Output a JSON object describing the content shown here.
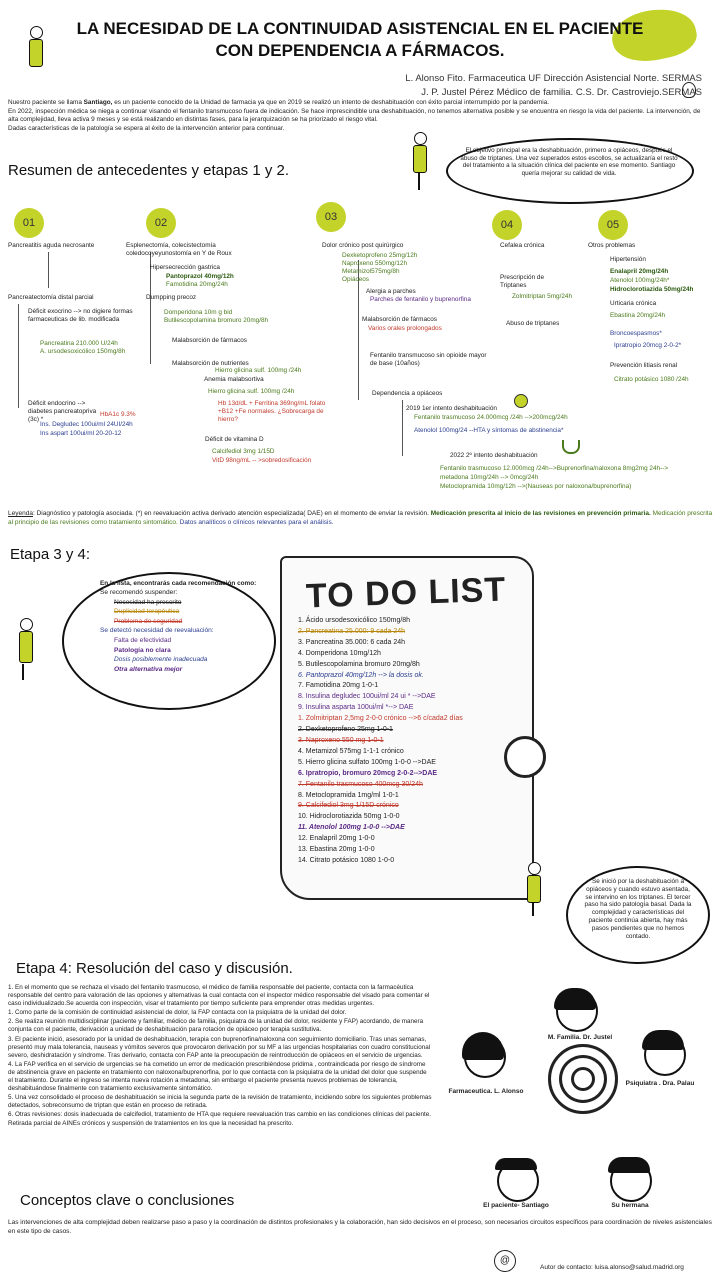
{
  "header": {
    "title": "LA NECESIDAD DE LA CONTINUIDAD ASISTENCIAL EN EL PACIENTE CON DEPENDENCIA A FÁRMACOS.",
    "author1": "L. Alonso Fito. Farmaceutica UF Dirección Asistencial Norte. SERMAS",
    "author2": "J. P.  Justel Pérez Médico de familia. C.S. Dr. Castroviejo.SERMAS"
  },
  "intro": {
    "pre": "Nuestro paciente se llama ",
    "name": "Santiago,",
    "rest": " es un paciente conocido de la Unidad de farmacia ya que en 2019 se realizó un intento de deshabituación con éxito parcial interrumpido por la pandemia.",
    "line2": "En 2022, inspección médica se niega a continuar visando el fentanilo transmucoso fuera de indicación. Se hace imprescindible una deshabituación, no tenemos alternativa posible y se encuentra en riesgo la vida del paciente. La intervención, de alta complejidad, lleva activa 9 meses y se está realizando en distintas fases, para la jerarquización se ha priorizado el riesgo vital.",
    "line3": "Dadas características de la patología se espera al éxito de la intervención anterior para continuar."
  },
  "resumen": {
    "heading": "Resumen de antecedentes y etapas 1 y 2.",
    "bubble": "El objetivo principal era la deshabituación, primero a opiáceos, después el abuso de triptanes. Una vez superados estos escollos, se actualizaría el resto del tratamiento a la situación clínica del paciente en ese momento. Santiago quería mejorar su calidad de vida."
  },
  "stages": [
    "01",
    "02",
    "03",
    "04",
    "05"
  ],
  "col1": {
    "a": "Pancreatitis aguda necrosante",
    "b": "Pancreatectomía distal parcial",
    "c": "Déficit  exocrino --> no digiere formas farmaceuticas de lib. modificada",
    "c1": "Pancreatina 210.000 U/24h",
    "c2": "A. ursodesoxicólico 150mg/8h",
    "d": "Déficit  endocrino --> diabetes pancreatopriva (3c) *",
    "d0": "HbA1c 9.3%",
    "d1": "Ins. Degludec 100ui/ml 24UI/24h",
    "d2": "Ins aspart 100ui/ml 20-20-12"
  },
  "col2": {
    "a": "Esplenectomía, colecistectomía coledocoyeyunostomía en Y de Roux",
    "b": "Hipersecrección gastrica",
    "b1": "Pantoprazol 40mg/12h",
    "b2": "Famotidina 20mg/24h",
    "c": "Dumpping precoz",
    "c1": "Domperidona 10m g bid",
    "c2": "Butilescopolamina bromuro 20mg/8h",
    "d": "Malabsorción de fármacos",
    "e": "Malabsorción de nutrientes",
    "e0": "Hierro glicina sulf. 100mg /24h",
    "f": "Anemia malabsortiva",
    "f1": "Hierro glicina sulf. 100mg /24h",
    "f2": "Hb 13d/dL + Ferritina 369ng/mL folato +B12 +Fe normales. ¿Sobrecarga de hierro?",
    "g": "Déficit de vitamina D",
    "g1": "Calcifediol 3mg  1/15D",
    "g2": "VitD 98ng/mL -- >sobredosificación"
  },
  "col3": {
    "a": "Dolor crónico post quirúrgico",
    "a1": "Dexketoprofeno 25mg/12h",
    "a2": "Naproxeno 550mg/12h",
    "a3": "Metamizol575mg/8h",
    "a4": "Opiáceos",
    "b": "Alergia a parches",
    "b1": "Parches de fentanilo y buprenorfina",
    "c": "Malabsorción de fármacos",
    "c1": "Varios orales prolongados",
    "d": "Fentanilo transmucoso sin opioide mayor de base (10años)",
    "e": "Dependencia a opiáceos",
    "f": "2019 1er intento deshabituación",
    "f1": "Fentanilo trasmucoso 24.000mcg /24h -->200mcg/24h",
    "f2": "Atenolol 100mg/24 --HTA y síntomas de abstinencia*",
    "g": "2022 2º intento deshabituación",
    "g1": "Fentanilo trasmucoso 12.000mcg /24h-->Buprenorfina/naloxona 8mg2mg 24h-->",
    "g2": "metadona 10mg/24h --> 0mcg/24h",
    "g3": "Metoclopramida 10mg/12h -->(Nauseas por naloxona/buprenorfina)"
  },
  "col4": {
    "a": "Cefalea crónica",
    "b": "Prescripción de Triptanes",
    "b1": "Zolmitriptan 5mg/24h",
    "c": "Abuso de triptanes"
  },
  "col5": {
    "a": "Otros problemas",
    "b": "Hipertensión",
    "b1": "Enalapril 20mg/24h",
    "b2": "Atenolol 100mg/24h*",
    "b3": "Hidroclorotiazida 50mg/24h",
    "c": "Urticaria crónica",
    "c1": "Ebastina 20mg/24h",
    "d": "Broncoespasmos*",
    "d1": "Ipratropio 20mcg 2-0-2*",
    "e": "Prevención litiasis renal",
    "e1": "Citrato potásico 1080 /24h"
  },
  "legend": {
    "k": "Leyenda",
    "a": ": Diagnóstico y patología asociada. (*) en reevaluación activa derivado atención especializada( DAE) en el momento de enviar la revisión.  ",
    "b": "Medicación prescrita al inicio de las revisiones en prevención primaria.",
    "c": "  Medicación prescrita  al principio de las revisiones como tratamiento sintomático.",
    "d": " Datos analíticos o  clínicos relevantes para el análisis."
  },
  "etapa3": {
    "heading": "Etapa 3 y 4:",
    "intro": "En la lista, encontrarás cada recomendación como:",
    "s1": "Se recomendó suspender:",
    "s1a": "Necesidad ha prescrito",
    "s1b": "Duplicidad terapéutica",
    "s1c": "Problema de seguridad",
    "s2": "Se detectó necesidad de reevaluación:",
    "s2a": "Falta de efectividad",
    "s2b": "Patología no clara",
    "s2c": "Dosis posiblemente inadecuada",
    "s2d": "Otra alternativa mejor"
  },
  "todo": {
    "heading": "TO DO LIST",
    "items": [
      "1. Ácido ursodesoxicólico 150mg/8h",
      "2. Pancreatina 25.000: 9 cada 24h",
      "3. Pancreatina 35.000: 6 cada 24h",
      "4. Domperidona 10mg/12h",
      "5. Butilescopolamina bromuro 20mg/8h",
      "6. Pantoprazol 40mg/12h --> la dosis ok.",
      "7. Famotidina 20mg 1-0-1",
      "8. Insulina degludec 100ui/ml 24 ui * -->DAE",
      "9. Insulina asparta 100ui/ml *--> DAE",
      "1. Zolmitriptan 2,5mg 2-0-0 crónico -->6 c/cada2 días",
      "2. Dexketoprofeno 25mg 1-0-1",
      "3. Naproxeno 550 mg 1-0-1",
      "4. Metamizol 575mg 1-1-1 crónico",
      "5. Hierro glicina sulfato 100mg 1-0-0 -->DAE",
      "6. Ipratropio, bromuro 20mcg 2-0-2-->DAE",
      "7. Fentanilo trasmucoso 400mcg 30/24h",
      "8. Metoclopramida 1mg/ml 1-0-1",
      "9. Calcifediol 3mg 1/15D crónico",
      "10. Hidroclorotiazida 50mg 1-0-0",
      "11. Atenolol 100mg 1-0-0 -->DAE",
      "12. Enalapril 20mg 1-0-0",
      "13. Ebastina 20mg 1-0-0",
      "14. Citrato potásico 1080 1-0-0"
    ]
  },
  "bubble3": "Se inició por la deshabituación a opiáceos y cuando estuvo asentada, se intervino en los triptanes.  El tercer paso ha sido patología basal. Dada la complejidad y características del paciente continúa abierta, hay más pasos pendientes que no hemos contado.",
  "etapa4": {
    "heading": "Etapa 4: Resolución del caso  y discusión.",
    "items": [
      "1. En el momento que se rechaza el visado del fentanilo trasmucoso, el médico de familia responsable del paciente, contacta con la farmacéutica responsable del centro para valoración de las opciones y alternativas la cual contacta con el inspector médico responsable del visado para comentar el caso individualizado.Se acuerda con inspección, visar el tratamiento por tiempo suficiente para emprender otras medidas urgentes.",
      "1. Como parte de la comisión de continuidad asistencial de dolor, la FAP contacta con la psiquiatra de la unidad del dolor.",
      "2. Se realiza reunión multidisciplinar (paciente y familiar, médico de familia, psiquiatra de la unidad del dolor, residente y FAP) acordando, de manera conjunta con el paciente, derivación a unidad de deshabituación para rotación de opiáceo por terapia sustitutiva.",
      "3. El paciente inició, asesorado por la unidad de deshabituación, terapia con buprenorfina/naloxona con seguimiento domiciliario. Tras unas semanas, presentó muy mala tolerancia, nauseas y vómitos severos que provocaron derivación por su MF a las urgencias hospitalarias con cuadro constitucional severo, deshidratación y síndrome. Tras derivarlo, contacta con FAP ante la preocupación de reintroducción de opiáceos en el servicio de urgencias.",
      "4. La FAP verifica en el servicio de urgencias se ha cometido un error de medicación prescribiéndose pridima , contraindicada por riesgo de síndrome de abstinencia grave en paciente en tratamiento con naloxona/buprenorfina, por lo que contacta con la psiquiatra de la unidad del dolor que suspende el tratamiento. Durante el ingreso se intenta nueva rotación a metadona, sin embargo el paciente presenta nuevos problemas de tolerancia, deshabituándose finalmente con tratamiento exclusivamente sintomático.",
      "5. Una vez consolidado el proceso de deshabituación se inicia la segunda parte de la revisión de tratamiento, incidiendo sobre los siguientes problemas detectados, sobreconsumo de triptan que están en proceso de retirada.",
      "6. Otras revisiones: dosis inadecuada de calcifediol, tratamiento de HTA que requiere reevaluación tras cambio en las condiciones clínicas del paciente. Retirada parcial de AINEs crónicos y suspensión de tratamientos en los que la necesidad ha prescrito."
    ]
  },
  "roles": {
    "justel": "M. Familia. Dr. Justel",
    "alonso": "Farmaceutica. L. Alonso",
    "palau": "Psiquiatra . Dra. Palau",
    "santiago": "El paciente- Santiago",
    "hermana": "Su hermana"
  },
  "conclusions": {
    "heading": "Conceptos clave o conclusiones",
    "text": "Las intervenciones de alta complejidad deben realizarse paso a paso y la coordinación de distintos profesionales y la colaboración, han sido decisivos en el proceso, son necesarios circuitos específicos para coordinación de niveles asistenciales en este tipo de casos."
  },
  "contact": "Autor de contacto: luisa.alonso@salud.madrid.org",
  "colors": {
    "accent": "#c3d32a",
    "green": "#4a7a1c",
    "red": "#c0392b",
    "blue": "#2a3d8f",
    "purple": "#5b2a86"
  }
}
